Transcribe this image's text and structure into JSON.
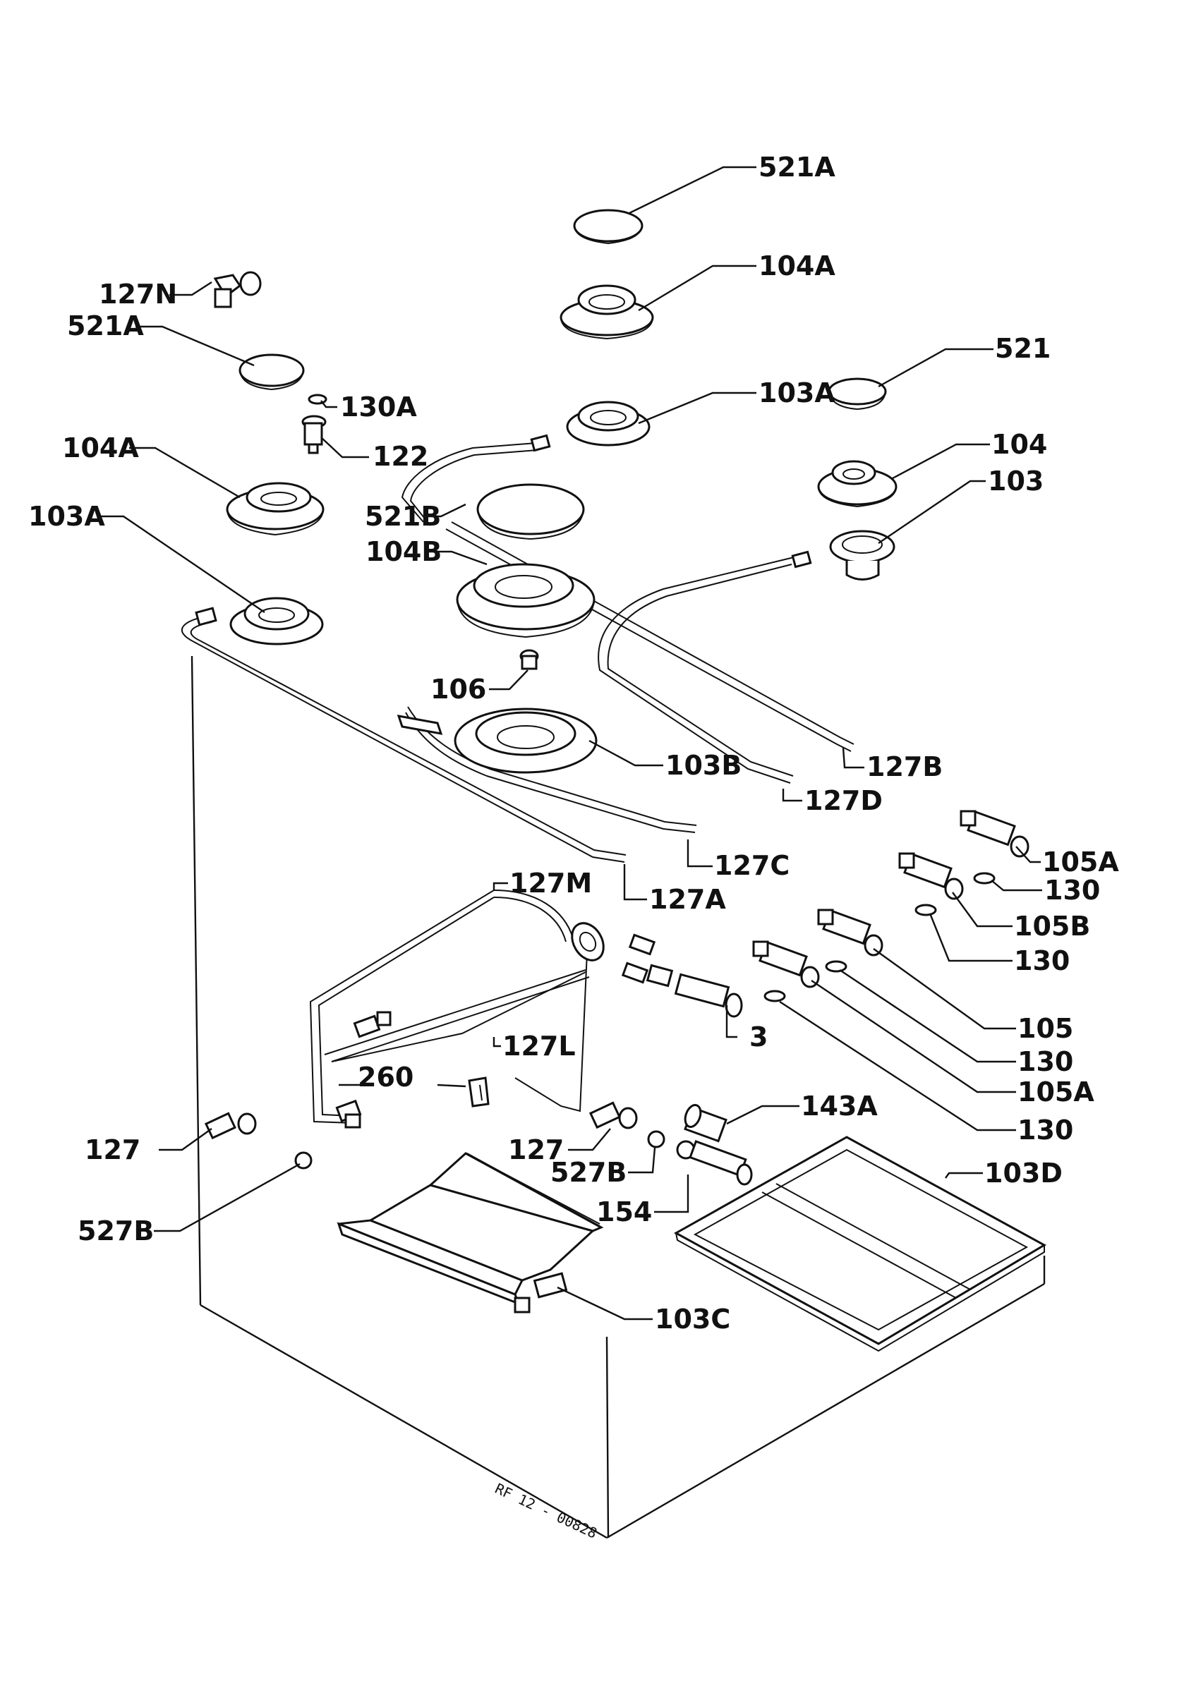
{
  "labels": {
    "l_521A_top": "521A",
    "l_104A_top": "104A",
    "l_127N": "127N",
    "l_521A_left": "521A",
    "l_521": "521",
    "l_103A_top": "103A",
    "l_130A": "130A",
    "l_122": "122",
    "l_104A_left": "104A",
    "l_104": "104",
    "l_103": "103",
    "l_521B": "521B",
    "l_103A_left": "103A",
    "l_104B": "104B",
    "l_106": "106",
    "l_127B": "127B",
    "l_103B": "103B",
    "l_127D": "127D",
    "l_127C": "127C",
    "l_127A": "127A",
    "l_105A_top": "105A",
    "l_130_a": "130",
    "l_127M": "127M",
    "l_105B": "105B",
    "l_130_b": "130",
    "l_105": "105",
    "l_3": "3",
    "l_127L": "127L",
    "l_130_c": "130",
    "l_105A_mid": "105A",
    "l_260": "260",
    "l_143A": "143A",
    "l_130_d": "130",
    "l_127_left": "127",
    "l_127_mid": "127",
    "l_527B_mid": "527B",
    "l_103D": "103D",
    "l_154": "154",
    "l_527B_left": "527B",
    "l_103C": "103C"
  },
  "drawing_code": "RF 12 - 00828"
}
